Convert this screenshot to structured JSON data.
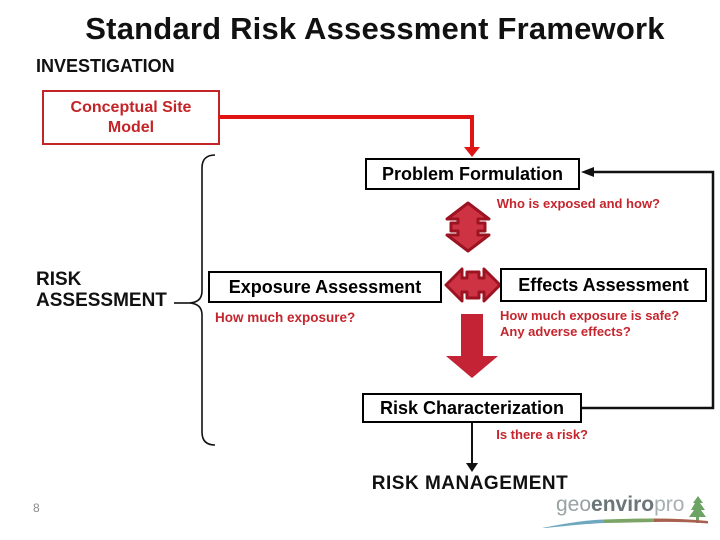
{
  "slide": {
    "title": "Standard Risk Assessment Framework",
    "page_number": "8"
  },
  "labels": {
    "investigation": "INVESTIGATION",
    "risk_assessment_line1": "RISK",
    "risk_assessment_line2": "ASSESSMENT",
    "risk_management": "RISK MANAGEMENT"
  },
  "boxes": {
    "csm_line1": "Conceptual Site",
    "csm_line2": "Model",
    "problem_formulation": "Problem Formulation",
    "exposure_assessment": "Exposure Assessment",
    "effects_assessment": "Effects Assessment",
    "risk_characterization": "Risk Characterization"
  },
  "questions": {
    "who_exposed": "Who is exposed and how?",
    "how_much_exposure": "How much exposure?",
    "safe_line1": "How much exposure is safe?",
    "safe_line2": "Any adverse effects?",
    "is_there_risk": "Is there a risk?"
  },
  "logo": {
    "part1": "geo",
    "part2": "enviro",
    "part3": "pro"
  },
  "colors": {
    "red_accent": "#e01414",
    "box_red": "#c32427",
    "crimson_text": "#c5262e",
    "arrow_fill": "#ce3343",
    "arrow_stroke": "#9c1322",
    "solid_arrow": "#c32334",
    "logo_light": "#98a2a4",
    "logo_dark": "#6b7678",
    "logo_lighter": "#a6b0b2",
    "swoosh_blue": "#6fa7bf",
    "swoosh_green": "#7ca465",
    "swoosh_red": "#a9614f",
    "tree_green": "#6da364"
  }
}
